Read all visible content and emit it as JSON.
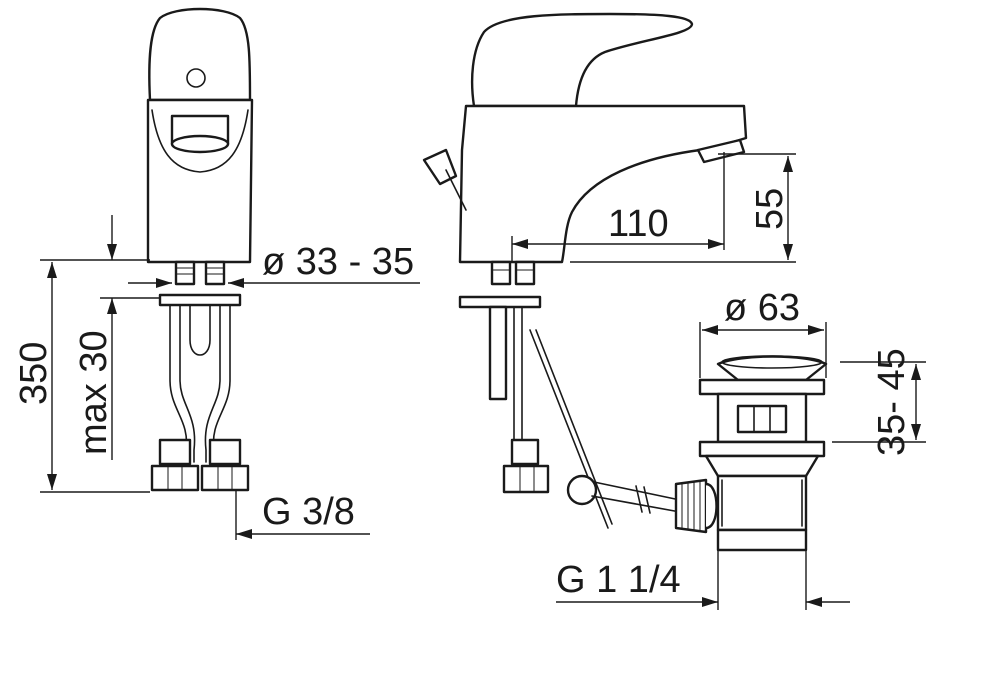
{
  "labels": {
    "outlet_diameter": "ø 33 - 35",
    "total_height": "350",
    "max_thickness": "max 30",
    "connection_thread": "G 3/8",
    "spout_reach": "110",
    "spout_height": "55",
    "waste_diameter": "ø 63",
    "waste_height": "35- 45",
    "waste_thread": "G 1 1/4"
  },
  "colors": {
    "line": "#1a1a1a",
    "background": "#ffffff"
  }
}
